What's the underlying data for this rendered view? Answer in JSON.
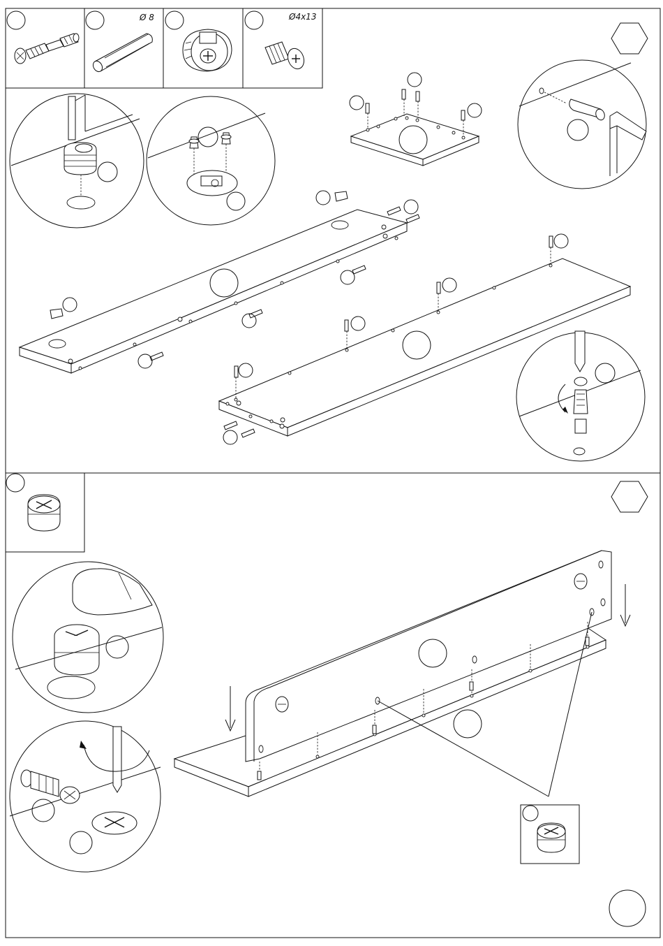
{
  "parts_legend": [
    {
      "id": "part-1",
      "label": "",
      "icon": "cam-bolt-icon"
    },
    {
      "id": "part-2",
      "label": "Ø 8",
      "icon": "wooden-dowel-icon"
    },
    {
      "id": "part-3",
      "label": "",
      "icon": "cam-lock-housing-icon"
    },
    {
      "id": "part-4",
      "label": "Ø4x13",
      "icon": "countersunk-screw-icon"
    }
  ],
  "section_2_legend": [
    {
      "id": "part-5",
      "label": "",
      "icon": "cam-lock-nut-icon"
    }
  ],
  "step_badges": [
    "hexagon-step-badge",
    "hexagon-step-badge"
  ],
  "colors": {
    "line": "#111111",
    "background": "#ffffff"
  }
}
